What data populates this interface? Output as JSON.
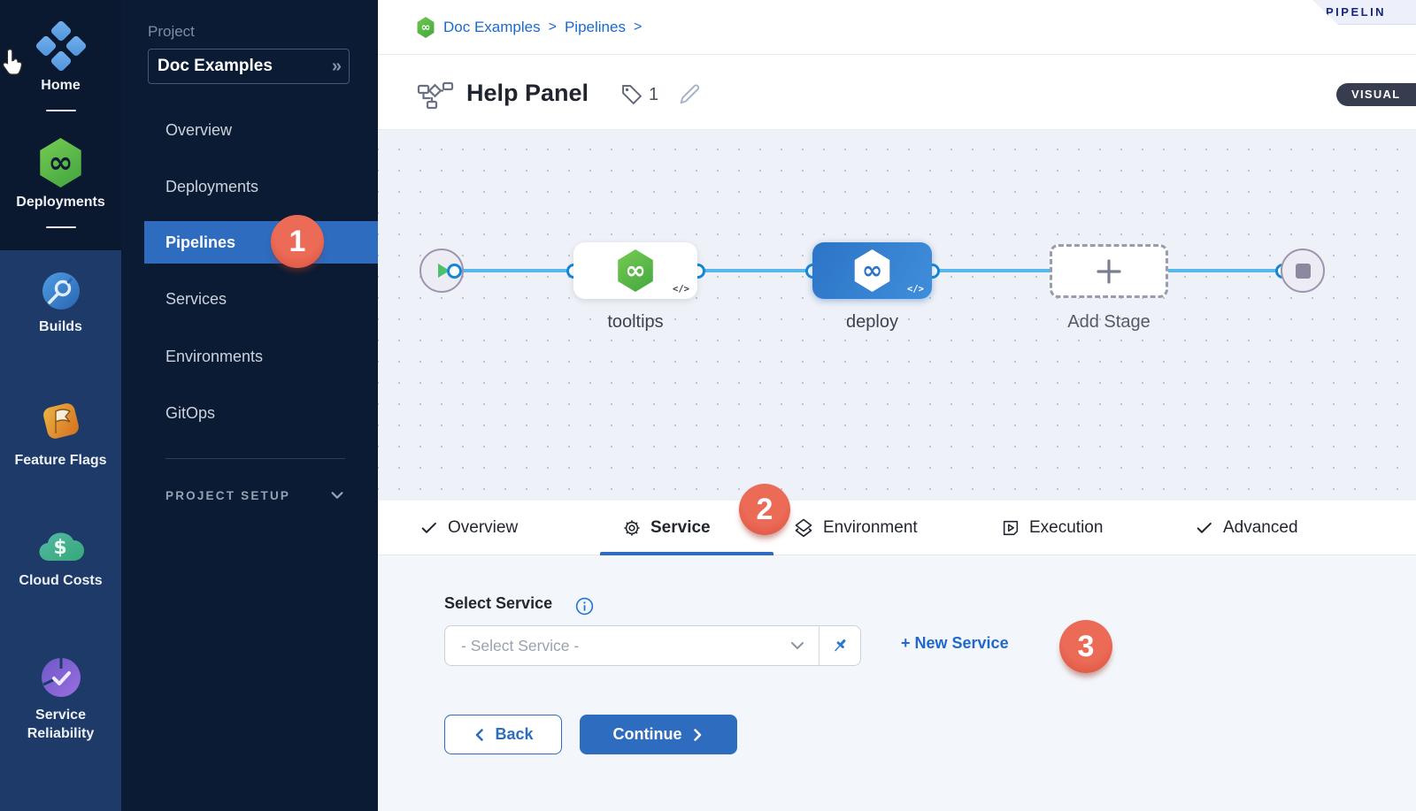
{
  "module_rail": {
    "items": [
      {
        "label": "Home",
        "icon": "home-icon"
      },
      {
        "label": "Deployments",
        "icon": "deployments-icon"
      },
      {
        "label": "Builds",
        "icon": "builds-icon"
      },
      {
        "label": "Feature Flags",
        "icon": "feature-flags-icon"
      },
      {
        "label": "Cloud Costs",
        "icon": "cloud-costs-icon"
      },
      {
        "label": "Service Reliability",
        "icon": "service-reliability-icon"
      }
    ]
  },
  "project_nav": {
    "section_label": "Project",
    "project_name": "Doc Examples",
    "expand_glyph": "»",
    "items": [
      {
        "label": "Overview"
      },
      {
        "label": "Deployments"
      },
      {
        "label": "Pipelines",
        "active": true
      },
      {
        "label": "Services"
      },
      {
        "label": "Environments"
      },
      {
        "label": "GitOps"
      }
    ],
    "setup_label": "PROJECT SETUP"
  },
  "breadcrumb": {
    "project": "Doc Examples",
    "separator": ">",
    "section": "Pipelines"
  },
  "header": {
    "ribbon_label": "PIPELIN",
    "title": "Help Panel",
    "tag_count": "1",
    "visual_label": "VISUAL"
  },
  "pipeline_canvas": {
    "stages": [
      {
        "name": "tooltips",
        "code_badge": "</>"
      },
      {
        "name": "deploy",
        "code_badge": "</>",
        "selected": true
      }
    ],
    "add_stage_label": "Add Stage"
  },
  "config_tabs": [
    {
      "label": "Overview",
      "icon": "check-icon"
    },
    {
      "label": "Service",
      "icon": "gear-icon",
      "active": true
    },
    {
      "label": "Environment",
      "icon": "layers-icon"
    },
    {
      "label": "Execution",
      "icon": "play-square-icon"
    },
    {
      "label": "Advanced",
      "icon": "check-icon"
    }
  ],
  "service_form": {
    "label": "Select Service",
    "select_placeholder": "- Select Service -",
    "new_service_label": "+ New Service",
    "back_label": "Back",
    "continue_label": "Continue"
  },
  "annotations": [
    {
      "value": "1"
    },
    {
      "value": "2"
    },
    {
      "value": "3"
    }
  ],
  "glyphs": {
    "infinity": "∞",
    "dollar": "$",
    "plus_large": "+"
  },
  "colors": {
    "accent_blue": "#2d6cbe",
    "link_blue": "#1b6ac9",
    "annotation_red": "#e2604c",
    "harness_green": "#57bd4a",
    "rail_dark": "#0a1830",
    "rail_light": "#1d3a69",
    "sidebar_dark": "#0a1b33",
    "canvas_bg": "#eef1f7",
    "connector_blue": "#5ab7e9"
  }
}
